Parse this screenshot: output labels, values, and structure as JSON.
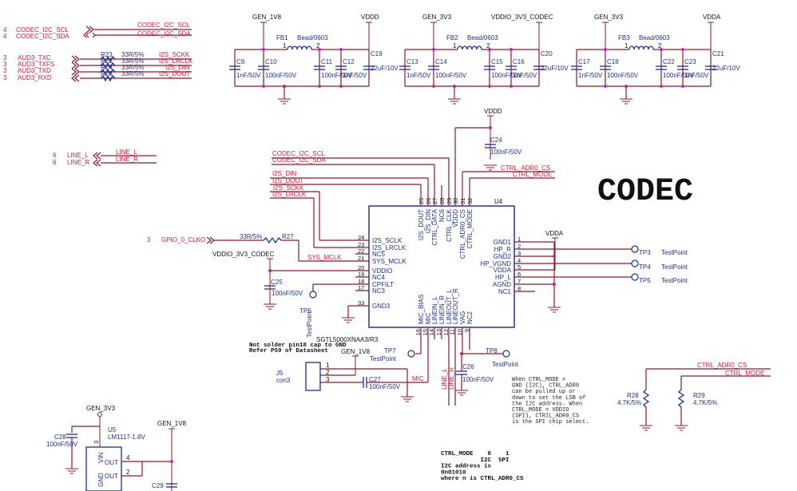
{
  "title": "CODEC",
  "ports_left": {
    "i2c": [
      {
        "sheet": "4",
        "name": "CODEC_I2C_SCL",
        "net": "CODEC_I2C_SCL"
      },
      {
        "sheet": "4",
        "name": "CODEC_I2C_SDA",
        "net": "CODEC_I2C_SDA"
      }
    ],
    "aud": [
      {
        "sheet": "3",
        "name": "AUD3_TXC",
        "res": "R23",
        "value": "33R/5%",
        "net": "I2S_SCKK"
      },
      {
        "sheet": "3",
        "name": "AUD3_TXFS",
        "res": "R25",
        "value": "33R/5%",
        "net": "I2S_LRCLK"
      },
      {
        "sheet": "3",
        "name": "AUD3_TXD",
        "res": "R24",
        "value": "33R/5%",
        "net": "I2S_DIN"
      },
      {
        "sheet": "3",
        "name": "AUD3_RXD",
        "res": "R26",
        "value": "33R/5%",
        "net": "I2S_DOUT"
      }
    ],
    "line": [
      {
        "sheet": "6",
        "name": "LINE_L",
        "net": "LINE_L"
      },
      {
        "sheet": "6",
        "name": "LINE_R",
        "net": "LINE_R"
      }
    ],
    "gpio": {
      "sheet": "3",
      "name": "GPIO_0_CLKO",
      "res": "R27",
      "value": "33R/5%",
      "net": "SYS_MCLK"
    }
  },
  "filters": [
    {
      "in": "GEN_1V8",
      "out": "VDDD",
      "bead": "FB1",
      "bead_value": "Bead/0603",
      "pin1": "1",
      "pin2": "2",
      "caps": [
        {
          "ref": "C9",
          "value": "1nF/50V"
        },
        {
          "ref": "C10",
          "value": "100nF/50V"
        },
        {
          "ref": "C11",
          "value": "100nF/50V"
        },
        {
          "ref": "C12",
          "value": "1nF/50V"
        },
        {
          "ref": "C19",
          "value": "22uF/10V"
        }
      ]
    },
    {
      "in": "GEN_3V3",
      "out": "VDDIO_3V3_CODEC",
      "bead": "FB2",
      "bead_value": "Bead/0603",
      "pin1": "1",
      "pin2": "2",
      "caps": [
        {
          "ref": "C13",
          "value": "1nF/50V"
        },
        {
          "ref": "C14",
          "value": "100nF/50V"
        },
        {
          "ref": "C15",
          "value": "100nF/50V"
        },
        {
          "ref": "C16",
          "value": "1nF/50V"
        },
        {
          "ref": "C20",
          "value": "22uF/10V"
        }
      ]
    },
    {
      "in": "GEN_3V3",
      "out": "VDDA",
      "bead": "FB3",
      "bead_value": "Bead/0603",
      "pin1": "1",
      "pin2": "2",
      "caps": [
        {
          "ref": "C17",
          "value": "1nF/50V"
        },
        {
          "ref": "C18",
          "value": "100nF/50V"
        },
        {
          "ref": "C22",
          "value": "100nF/50V"
        },
        {
          "ref": "C23",
          "value": "1nF/50V"
        },
        {
          "ref": "C21",
          "value": "22uF/10V"
        }
      ]
    }
  ],
  "top_nets": {
    "vddd": "VDDD",
    "c24": {
      "ref": "C24",
      "value": "100nF/50V"
    },
    "scl": "CODEC_I2C_SCL",
    "sda": "CODEC_I2C_SDA",
    "din": "I2S_DIN",
    "dout": "I2S_DOUT",
    "sckk": "I2S_SCKK",
    "lrclk": "I2S_LRCLK",
    "adr": "CTRL_ADR0_CS",
    "mode": "CTRL_MODE"
  },
  "u4": {
    "ref": "U4",
    "part": "SGTL5000XNAA3/R3",
    "left_pins": [
      {
        "num": "24",
        "name": "I2S_SCLK"
      },
      {
        "num": "23",
        "name": "I2S_LRCLK"
      },
      {
        "num": "22",
        "name": "NC5"
      },
      {
        "num": "21",
        "name": "SYS_MCLK"
      },
      {
        "num": "20",
        "name": "VDDIO"
      },
      {
        "num": "19",
        "name": "NC4"
      },
      {
        "num": "18",
        "name": "CPFILT"
      },
      {
        "num": "17",
        "name": "NC3"
      },
      {
        "num": "33",
        "name": "GND3"
      }
    ],
    "right_pins": [
      {
        "num": "1",
        "name": "GND1"
      },
      {
        "num": "2",
        "name": "HP_R"
      },
      {
        "num": "3",
        "name": "GND2"
      },
      {
        "num": "4",
        "name": "HP_VGND"
      },
      {
        "num": "5",
        "name": "VDDA"
      },
      {
        "num": "6",
        "name": "HP_L"
      },
      {
        "num": "7",
        "name": "AGND"
      },
      {
        "num": "8",
        "name": "NC1"
      }
    ],
    "top_pins": [
      {
        "num": "25",
        "name": "I2S_DOUT"
      },
      {
        "num": "26",
        "name": "I2S_DIN"
      },
      {
        "num": "27",
        "name": "CTRL_DATA"
      },
      {
        "num": "28",
        "name": "NC6"
      },
      {
        "num": "29",
        "name": "CTRL_CLK"
      },
      {
        "num": "30",
        "name": "VDDD"
      },
      {
        "num": "31",
        "name": "CTRL_ADR0_CS"
      },
      {
        "num": "32",
        "name": "CTRL_MODE"
      }
    ],
    "bottom_pins": [
      {
        "num": "16",
        "name": "MIC_BIAS"
      },
      {
        "num": "15",
        "name": "MIC"
      },
      {
        "num": "14",
        "name": "LINEIN_L"
      },
      {
        "num": "13",
        "name": "LINEIN_R"
      },
      {
        "num": "12",
        "name": "LINEOUT_L"
      },
      {
        "num": "11",
        "name": "LINEOUT_R"
      },
      {
        "num": "10",
        "name": "VAG"
      },
      {
        "num": "9",
        "name": "NC2"
      }
    ]
  },
  "vddio_cap": {
    "net": "VDDIO_3V3_CODEC",
    "ref": "C25",
    "value": "100nF/50V"
  },
  "testpoints": [
    {
      "ref": "TP3",
      "label": "TestPoint"
    },
    {
      "ref": "TP4",
      "label": "TestPoint"
    },
    {
      "ref": "TP5",
      "label": "TestPoint"
    },
    {
      "ref": "TP6",
      "label": "TestPoint"
    },
    {
      "ref": "TP7",
      "label": "TestPoint"
    },
    {
      "ref": "TP8",
      "label": "TestPoint"
    }
  ],
  "right_vdda": "VDDA",
  "mic": {
    "note1": "Not solder pin18 cap to GND",
    "note2": "Refer P59 of Datasheet",
    "supply": "GEN_1V8",
    "connector": "J5",
    "connector_type": "con3",
    "pins": [
      "1",
      "2",
      "3"
    ],
    "cap": {
      "ref": "C27",
      "value": "100nF/50V"
    },
    "net": "MIC"
  },
  "vag_cap": {
    "ref": "C26",
    "value": "100nF/50V"
  },
  "line_nets": [
    "LINE_L",
    "LINE_R"
  ],
  "ctrl_note": [
    "When CTRL_MODE =",
    "GND (I2C), CTRL_ADR0",
    "can be pulled up or",
    "down to set the LSB of",
    "the I2C address. When",
    "CTRL_MODE = VDDIO",
    "(SPI), CTRIL_ADR0_CS",
    "is the SPI chip select."
  ],
  "pulldowns": [
    {
      "ref": "R28",
      "value": "4.7K/5%",
      "net": "CTRL_ADR0_CS"
    },
    {
      "ref": "R29",
      "value": "4.7K/5%",
      "net": "CTRL_MODE"
    }
  ],
  "mode_table": [
    "CTRL_MODE    0    1",
    "           I2C  SPI",
    "I2C address is",
    "0n01010",
    "where n is CTRL_ADR0_CS"
  ],
  "regulator": {
    "in": "GEN_3V3",
    "out": "GEN_1V8",
    "ref": "U5",
    "part": "LM1117-1.8V",
    "pin_vin": "3",
    "vin_label": "VIN",
    "gnd_label": "GND",
    "out_label": "OUT",
    "out_pins": [
      "4",
      "2"
    ],
    "cin": {
      "ref": "C28",
      "value": "100nF/50V"
    },
    "cout": {
      "ref": "C29"
    }
  }
}
